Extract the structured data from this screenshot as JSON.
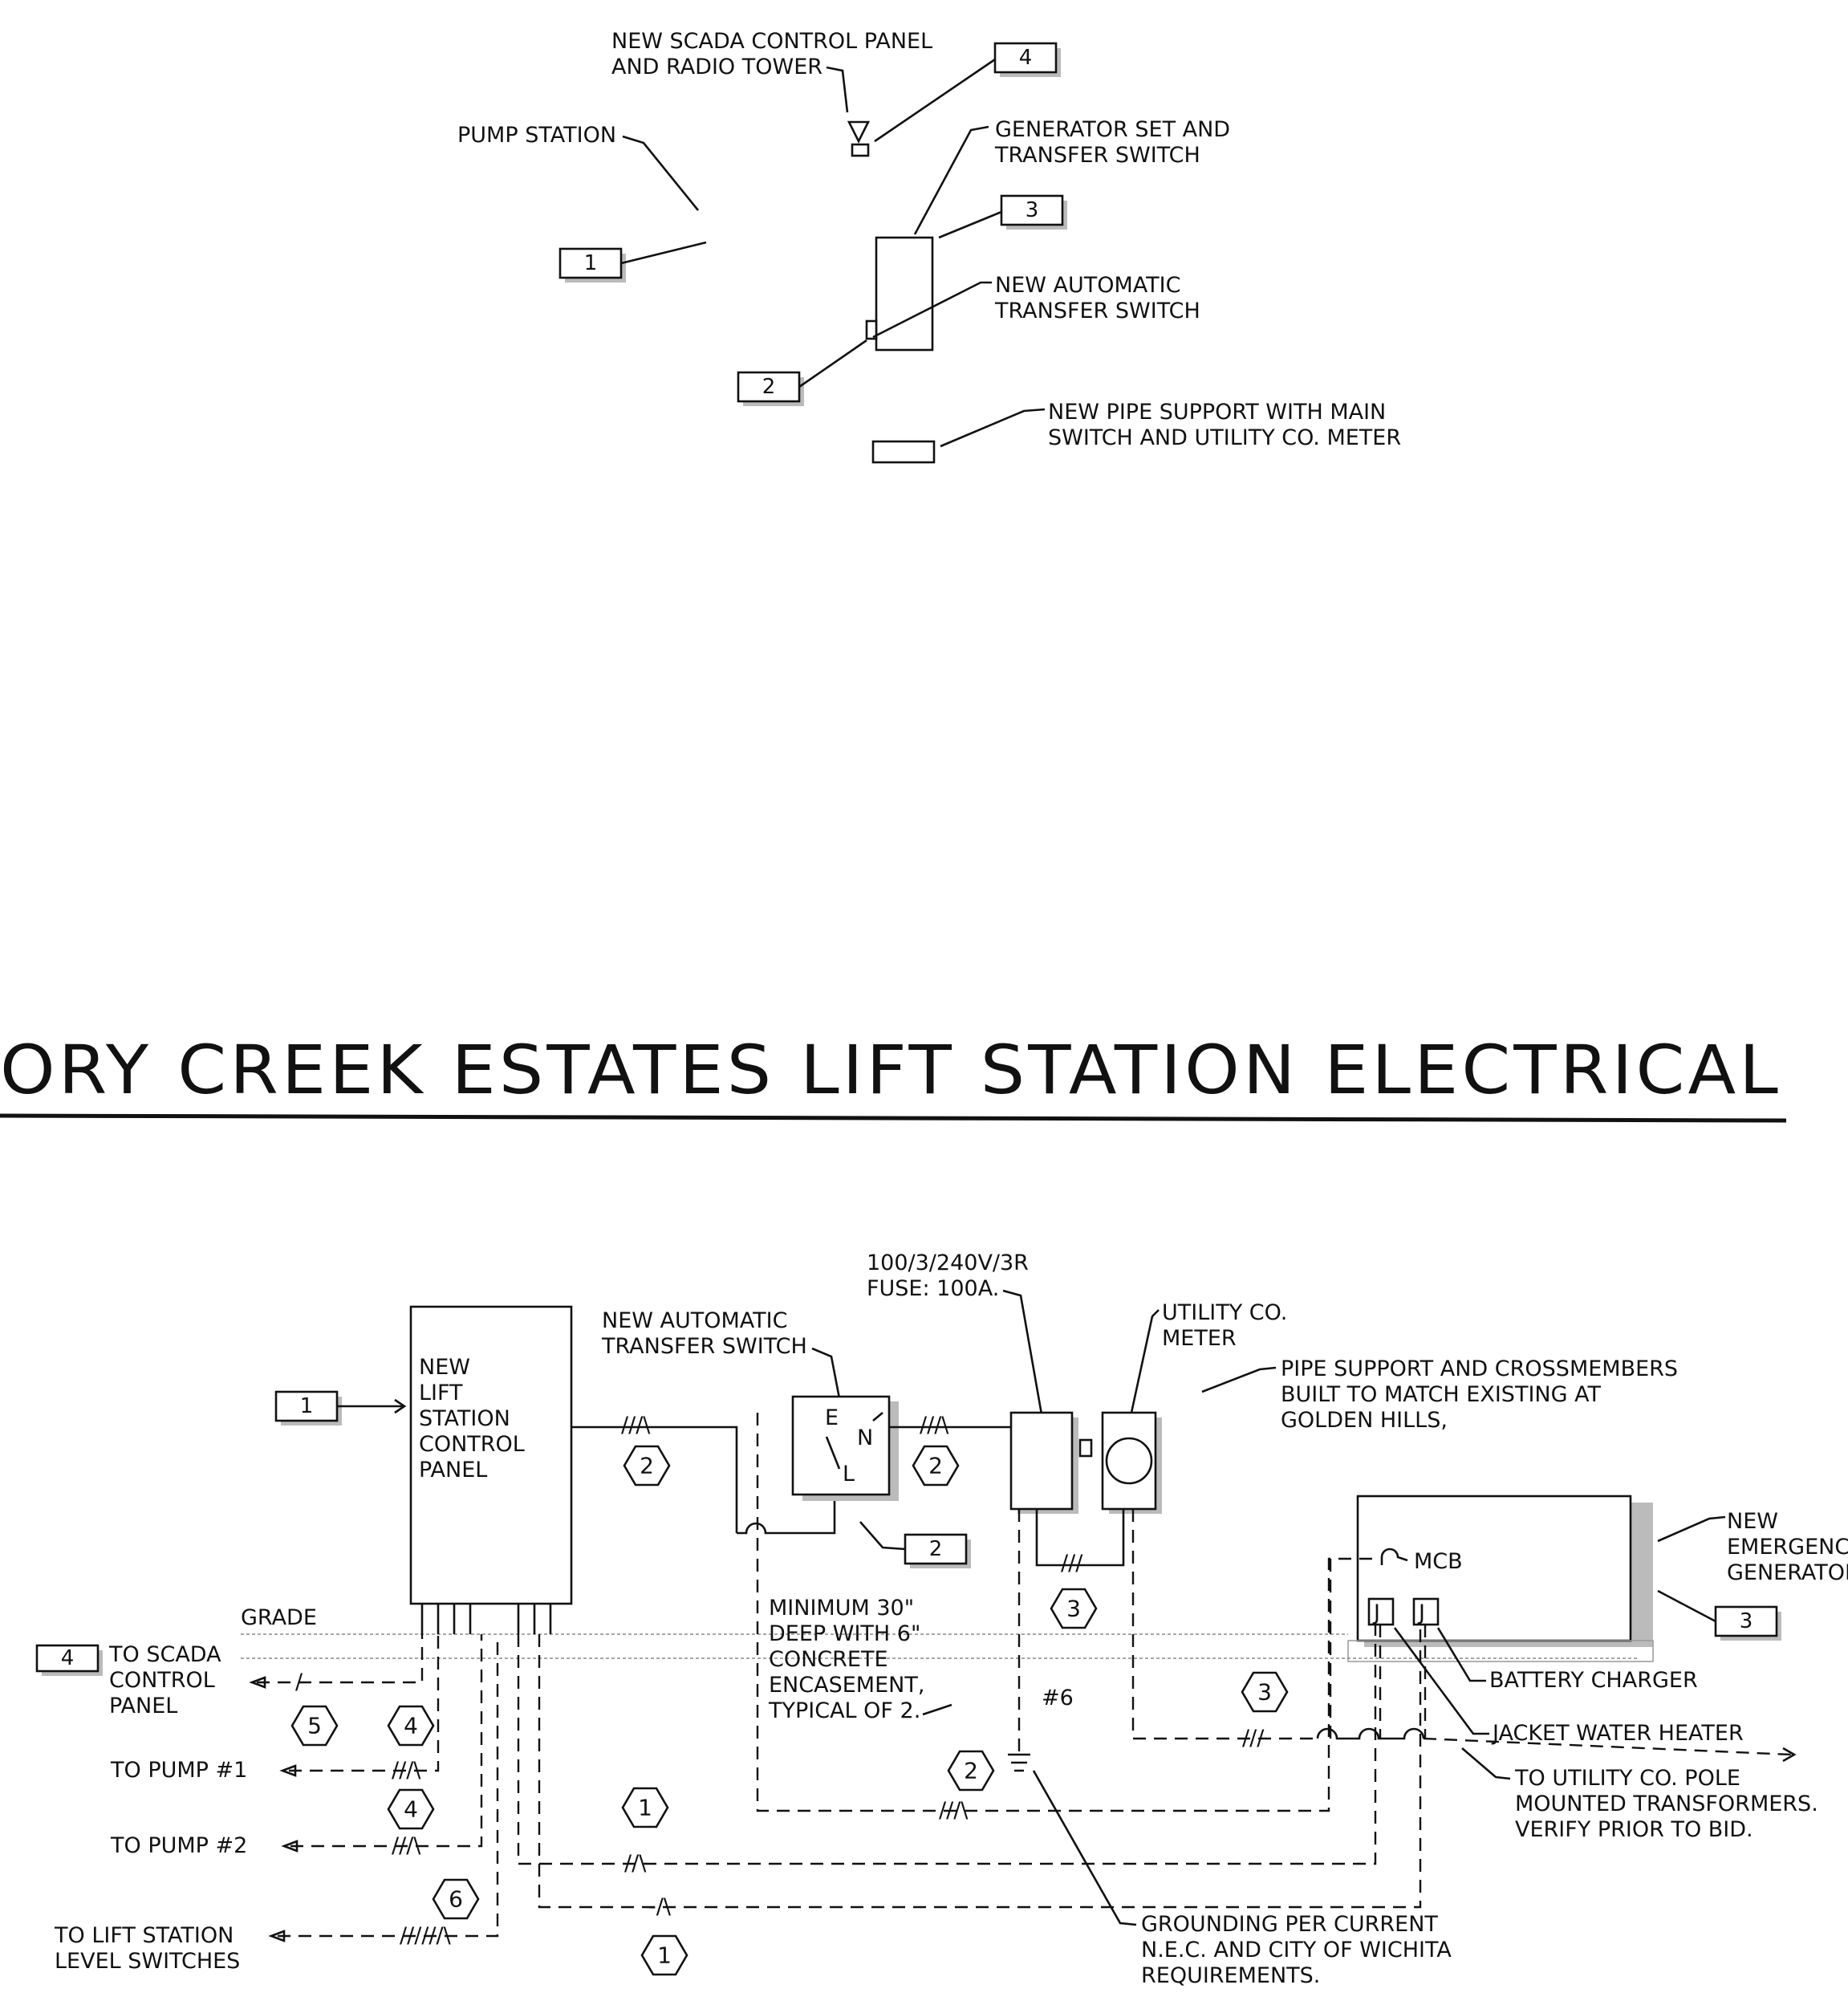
{
  "site_plan": {
    "scada_label_1": "NEW SCADA CONTROL PANEL",
    "scada_label_2": "AND RADIO TOWER",
    "pump_station": "PUMP STATION",
    "gen_label_1": "GENERATOR SET AND",
    "gen_label_2": "TRANSFER SWITCH",
    "ats_label_1": "NEW AUTOMATIC",
    "ats_label_2": "TRANSFER SWITCH",
    "pipe_label_1": "NEW PIPE SUPPORT WITH MAIN",
    "pipe_label_2": "SWITCH AND UTILITY CO. METER",
    "tags": [
      "1",
      "2",
      "3",
      "4"
    ]
  },
  "title": "ORY CREEK ESTATES LIFT STATION ELECTRICAL",
  "one_line": {
    "control_panel": [
      "NEW",
      "LIFT",
      "STATION",
      "CONTROL",
      "PANEL"
    ],
    "ats_1": "NEW AUTOMATIC",
    "ats_2": "TRANSFER SWITCH",
    "ats_e": "E",
    "ats_n": "N",
    "ats_l": "L",
    "disc_1": "100/3/240V/3R",
    "disc_2": "FUSE: 100A.",
    "meter_1": "UTILITY CO.",
    "meter_2": "METER",
    "pipe_1": "PIPE SUPPORT AND CROSSMEMBERS",
    "pipe_2": "BUILT TO MATCH EXISTING AT",
    "pipe_3": "GOLDEN HILLS,",
    "gen_1": "NEW",
    "gen_2": "EMERGENCY",
    "gen_3": "GENERATOR",
    "mcb": "MCB",
    "j": "J",
    "grade": "GRADE",
    "scada_1": "TO SCADA",
    "scada_2": "CONTROL",
    "scada_3": "PANEL",
    "pump1": "TO PUMP #1",
    "pump2": "TO PUMP #2",
    "level_1": "TO LIFT STATION",
    "level_2": "LEVEL SWITCHES",
    "encase_1": "MINIMUM 30\"",
    "encase_2": "DEEP WITH 6\"",
    "encase_3": "CONCRETE",
    "encase_4": "ENCASEMENT,",
    "encase_5": "TYPICAL OF 2.",
    "wire6": "#6",
    "battery": "BATTERY CHARGER",
    "jacket": "JACKET WATER HEATER",
    "utility_1": "TO UTILITY CO. POLE",
    "utility_2": "MOUNTED TRANSFORMERS.",
    "utility_3": "VERIFY PRIOR TO BID.",
    "ground_1": "GROUNDING PER CURRENT",
    "ground_2": "N.E.C. AND CITY OF WICHITA",
    "ground_3": "REQUIREMENTS.",
    "tags": [
      "1",
      "2",
      "3",
      "4"
    ],
    "hex": [
      "2",
      "2",
      "3",
      "3",
      "2",
      "5",
      "4",
      "4",
      "6",
      "1",
      "1"
    ]
  }
}
